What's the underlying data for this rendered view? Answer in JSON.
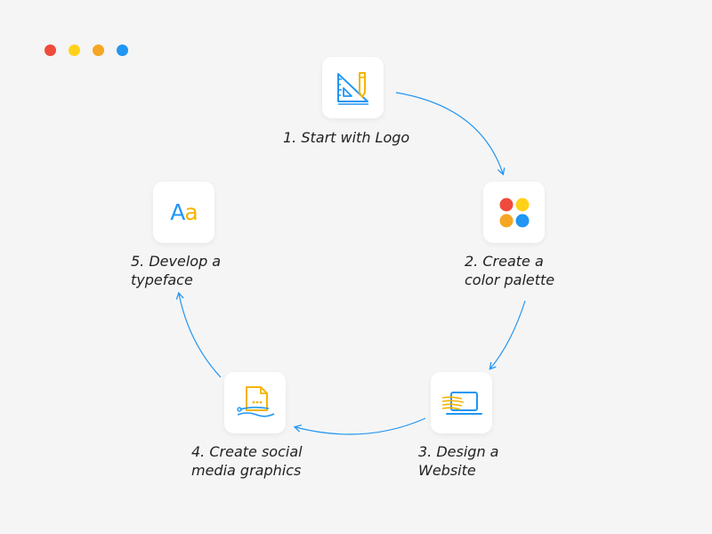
{
  "window_dots": [
    "#f04a3c",
    "#ffd21a",
    "#f5a623",
    "#2196f3"
  ],
  "accent": "#2196f3",
  "steps": [
    {
      "label_line1": "1. Start with Logo",
      "label_line2": "",
      "icon": "ruler-pencil-icon"
    },
    {
      "label_line1": "2. Create a",
      "label_line2": "color palette",
      "icon": "color-dots-icon",
      "colors": [
        "#f04a3c",
        "#ffd21a",
        "#f5a623",
        "#2196f3"
      ]
    },
    {
      "label_line1": "3. Design a",
      "label_line2": "Website",
      "icon": "laptop-icon"
    },
    {
      "label_line1": "4. Create social",
      "label_line2": "media graphics",
      "icon": "document-graphics-icon"
    },
    {
      "label_line1": "5. Develop a",
      "label_line2": "typeface",
      "icon": "typeface-icon",
      "glyphs": [
        "A",
        "a"
      ]
    }
  ]
}
